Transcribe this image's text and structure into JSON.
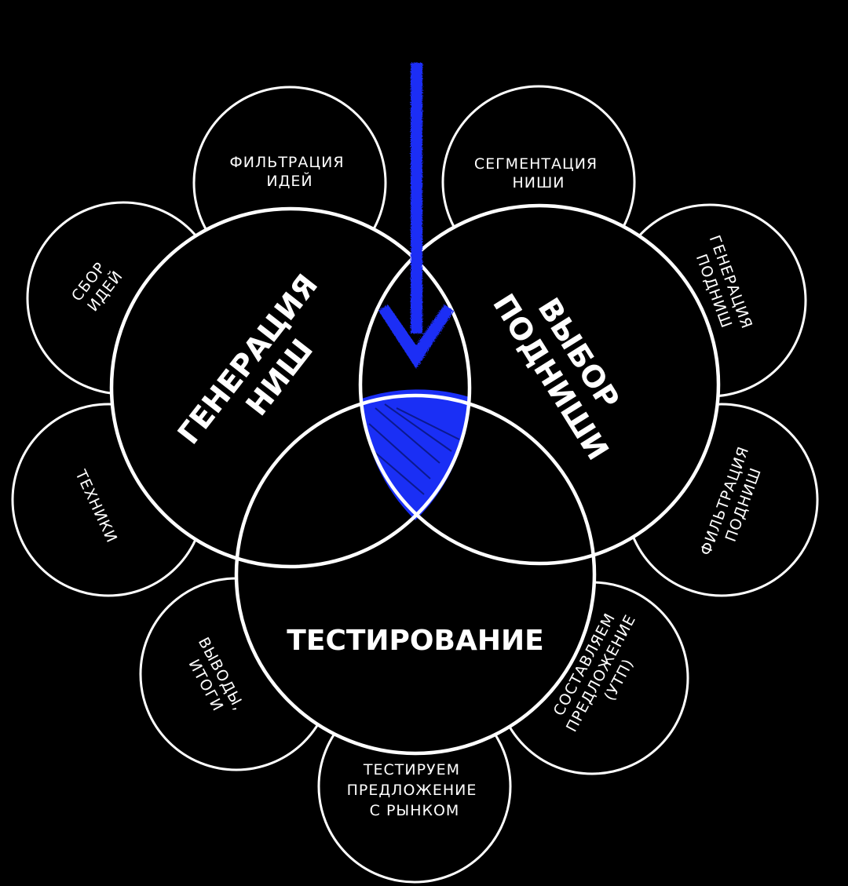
{
  "colors": {
    "background": "#000000",
    "line": "#ffffff",
    "accent": "#1a2ff5"
  },
  "main_circles": [
    {
      "id": "generation",
      "lines": [
        "ГЕНЕРАЦИЯ",
        "НИШ"
      ]
    },
    {
      "id": "subniche",
      "lines": [
        "ВЫБОР",
        "ПОДНИШИ"
      ]
    },
    {
      "id": "testing",
      "lines": [
        "ТЕСТИРОВАНИЕ"
      ]
    }
  ],
  "satellites": [
    {
      "id": "filter-ideas",
      "lines": [
        "ФИЛЬТРАЦИЯ",
        "ИДЕЙ"
      ]
    },
    {
      "id": "segment-niche",
      "lines": [
        "СЕГМЕНТАЦИЯ",
        "НИШИ"
      ]
    },
    {
      "id": "collect-ideas",
      "lines": [
        "СБОР",
        "ИДЕЙ"
      ]
    },
    {
      "id": "generate-subniche",
      "lines": [
        "ГЕНЕРАЦИЯ",
        "ПОДНИШ"
      ]
    },
    {
      "id": "techniques",
      "lines": [
        "ТЕХНИКИ"
      ]
    },
    {
      "id": "filter-subniche",
      "lines": [
        "ФИЛЬТРАЦИЯ",
        "ПОДНИШ"
      ]
    },
    {
      "id": "conclusions",
      "lines": [
        "ВЫВОДЫ,",
        "ИТОГИ"
      ]
    },
    {
      "id": "compose-offer",
      "lines": [
        "СОСТАВЛЯЕМ",
        "ПРЕДЛОЖЕНИЕ",
        "(УТП)"
      ]
    },
    {
      "id": "test-offer",
      "lines": [
        "ТЕСТИРУЕМ",
        "ПРЕДЛОЖЕНИЕ",
        "С РЫНКОМ"
      ]
    }
  ]
}
